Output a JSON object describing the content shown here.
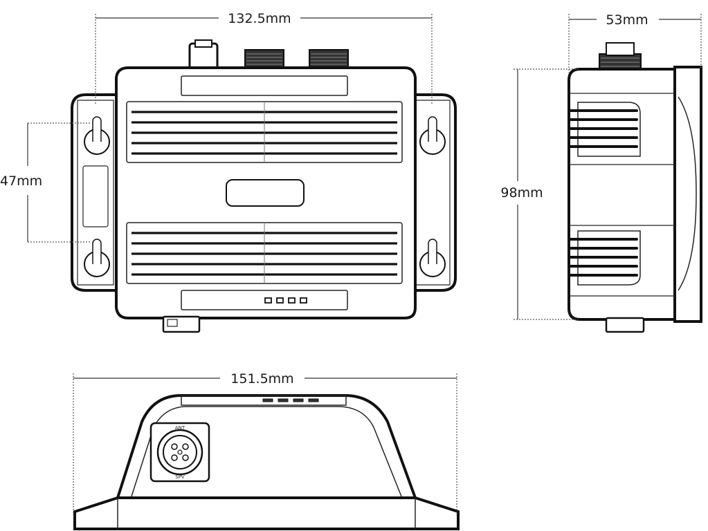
{
  "dimensions": {
    "front_width": "132.5mm",
    "mount_spacing": "47mm",
    "side_depth": "53mm",
    "side_height": "98mm",
    "bottom_width": "151.5mm"
  },
  "connector": {
    "label_top": "ANT",
    "label_bottom": "SPV"
  },
  "led_count": 4,
  "colors": {
    "line": "#111111",
    "background": "#ffffff"
  }
}
